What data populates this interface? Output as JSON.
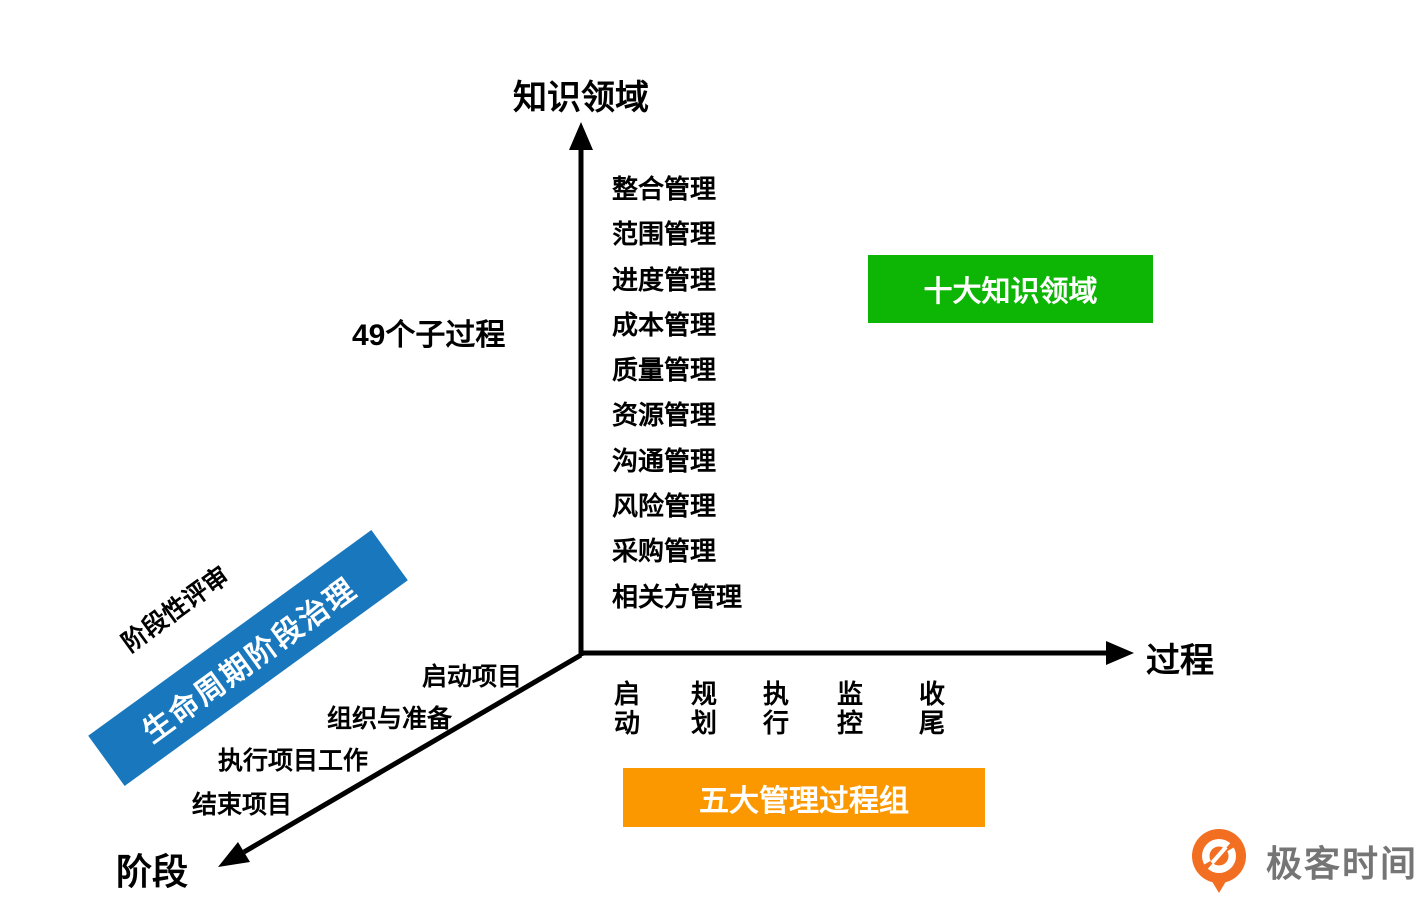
{
  "colors": {
    "green": "#0DB504",
    "orange": "#FB9800",
    "blue": "#1877BD",
    "logo_orange": "#F26E21",
    "logo_text_gray": "#757575"
  },
  "knowledge_axis": {
    "title": "知识领域",
    "subprocess_note": "49个子过程",
    "badge": "十大知识领域",
    "items": [
      "整合管理",
      "范围管理",
      "进度管理",
      "成本管理",
      "质量管理",
      "资源管理",
      "沟通管理",
      "风险管理",
      "采购管理",
      "相关方管理"
    ]
  },
  "process_axis": {
    "title": "过程",
    "badge": "五大管理过程组",
    "groups": [
      "启动",
      "规划",
      "执行",
      "监控",
      "收尾"
    ]
  },
  "phase_axis": {
    "title": "阶段",
    "governance_badge": "生命周期阶段治理",
    "review_note": "阶段性评审",
    "items": [
      "启动项目",
      "组织与准备",
      "执行项目工作",
      "结束项目"
    ]
  },
  "logo": {
    "text": "极客时间"
  }
}
